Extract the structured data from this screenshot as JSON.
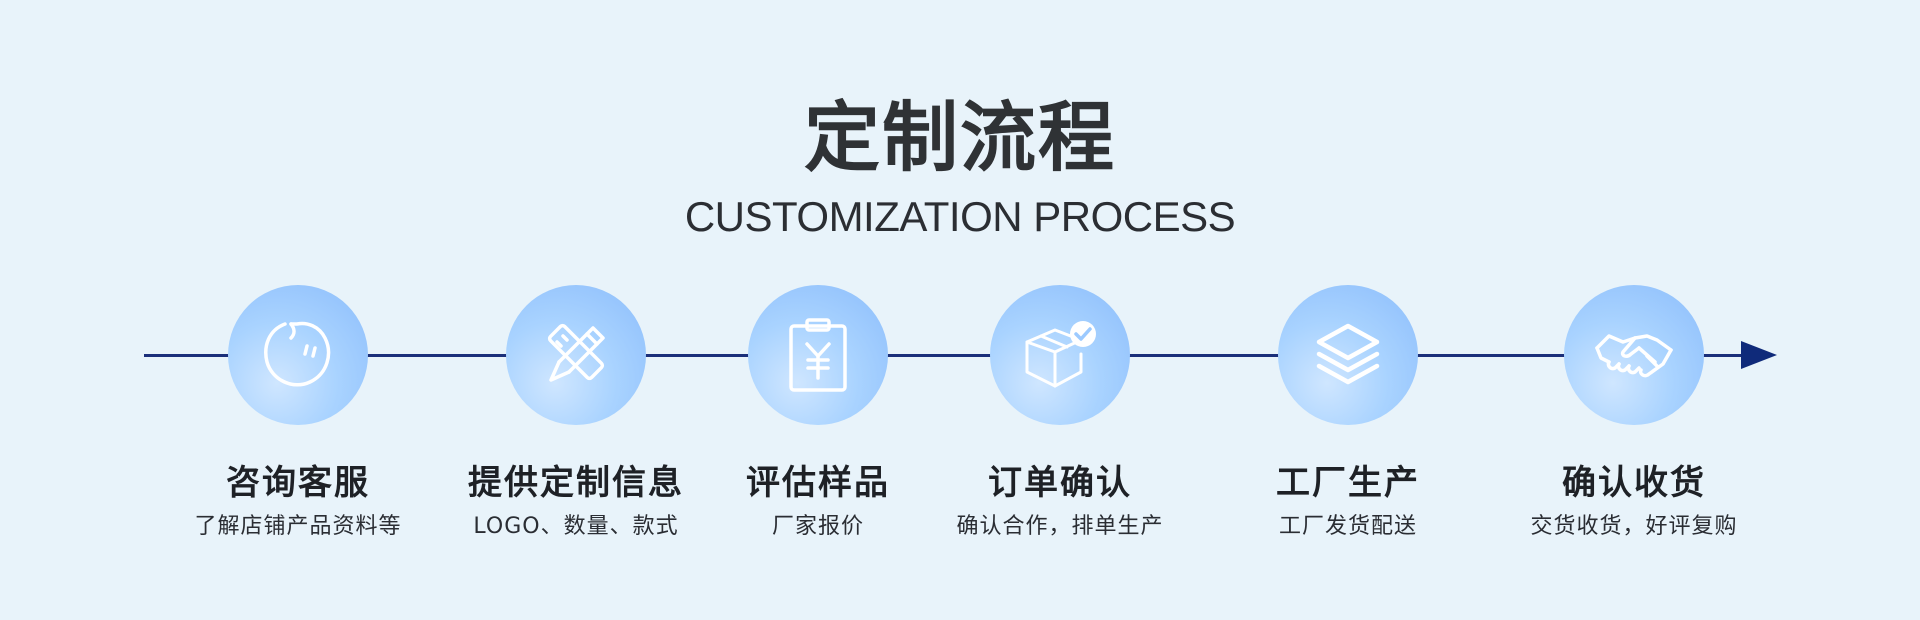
{
  "title": "定制流程",
  "subtitle": "CUSTOMIZATION PROCESS",
  "colors": {
    "background": "#e8f3fa",
    "line": "#1b2f7a",
    "circle": "#a9d3ff",
    "icon": "#ffffff"
  },
  "steps": [
    {
      "icon": "chat-bubble-icon",
      "title": "咨询客服",
      "desc": "了解店铺产品资料等"
    },
    {
      "icon": "pencil-ruler-icon",
      "title": "提供定制信息",
      "desc": "LOGO、数量、款式"
    },
    {
      "icon": "yuan-clipboard-icon",
      "title": "评估样品",
      "desc": "厂家报价"
    },
    {
      "icon": "box-check-icon",
      "title": "订单确认",
      "desc": "确认合作，排单生产"
    },
    {
      "icon": "layers-icon",
      "title": "工厂生产",
      "desc": "工厂发货配送"
    },
    {
      "icon": "handshake-icon",
      "title": "确认收货",
      "desc": "交货收货，好评复购"
    }
  ]
}
